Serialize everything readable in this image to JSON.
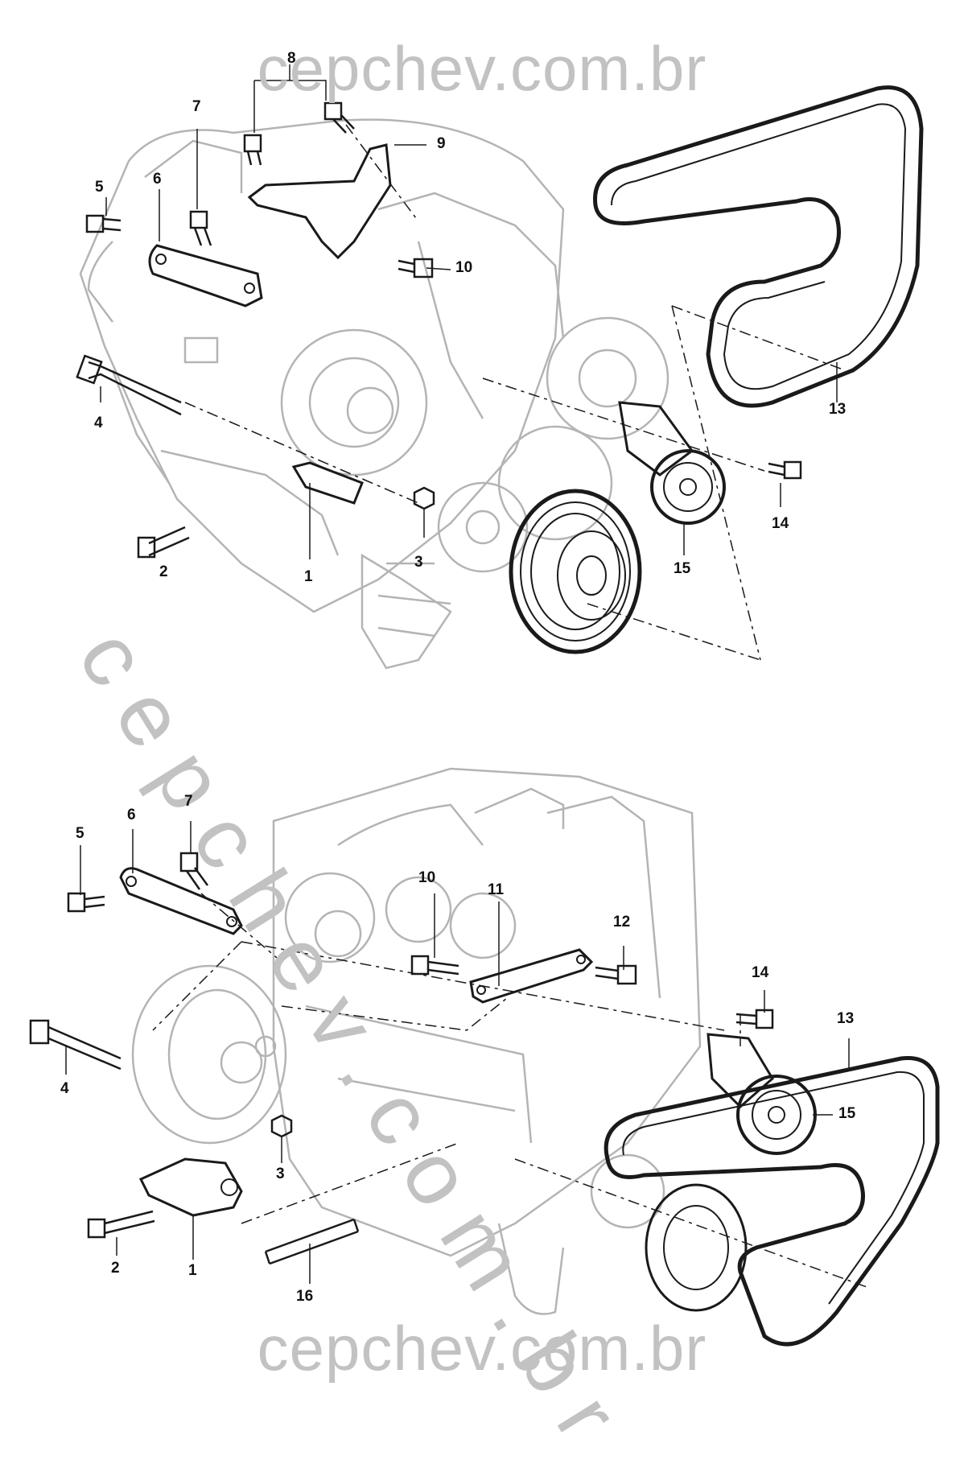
{
  "watermark": {
    "top": "cepchev.com.br",
    "bottom": "cepchev.com.br",
    "diagonal": "cepchev.com.br"
  },
  "colors": {
    "line": "#1a1a1a",
    "ghost": "#b4b4b4",
    "watermark": "#c2c2c2"
  },
  "top_diagram": {
    "callouts": {
      "c1": "1",
      "c2": "2",
      "c3": "3",
      "c4": "4",
      "c5": "5",
      "c6": "6",
      "c7": "7",
      "c8": "8",
      "c9": "9",
      "c10": "10",
      "c13": "13",
      "c14": "14",
      "c15": "15"
    }
  },
  "bottom_diagram": {
    "callouts": {
      "c1": "1",
      "c2": "2",
      "c3": "3",
      "c4": "4",
      "c5": "5",
      "c6": "6",
      "c7": "7",
      "c10": "10",
      "c11": "11",
      "c12": "12",
      "c13": "13",
      "c14": "14",
      "c15": "15",
      "c16": "16"
    }
  }
}
